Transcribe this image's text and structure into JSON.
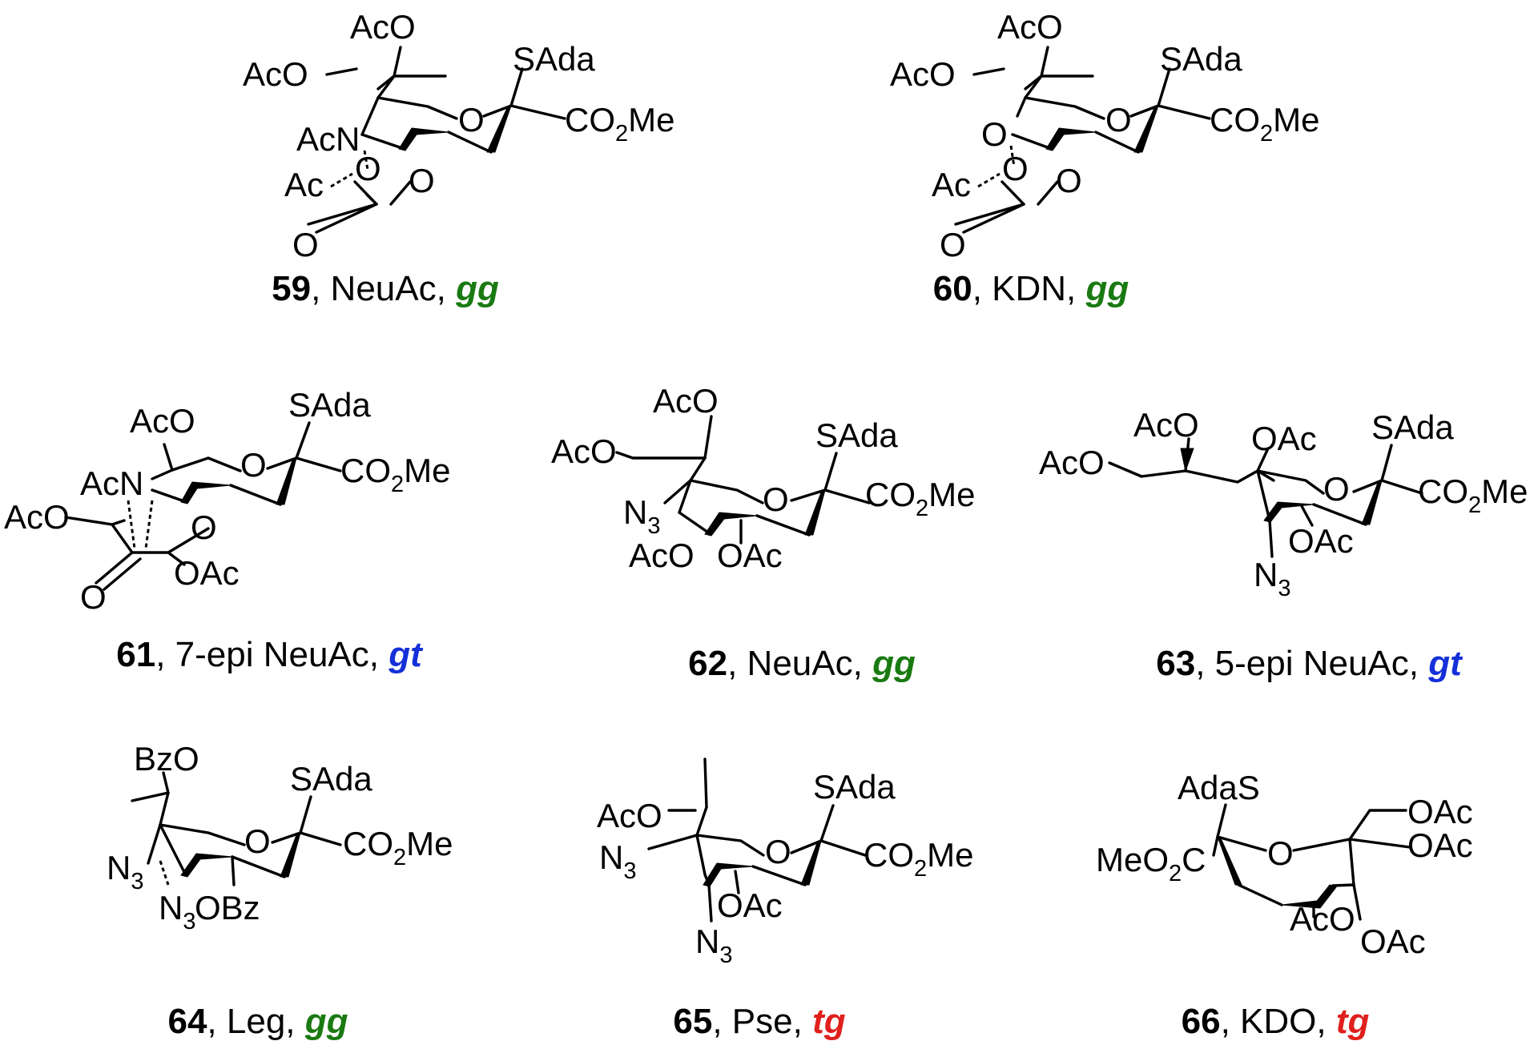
{
  "colors": {
    "gg": "#1a7a12",
    "gt": "#1530d8",
    "tg": "#e0201c"
  },
  "compounds": [
    {
      "number": "59",
      "sugar": "NeuAc",
      "conformation": "gg",
      "labels": {
        "ac_o_top": "AcO",
        "ac_o_side": "AcO",
        "sada": "SAda",
        "ring_o": "O",
        "co2me_a": "CO",
        "co2me_sub": "2",
        "co2me_b": "Me",
        "acn": "AcN",
        "ac": "Ac",
        "o_a": "O",
        "o_b": "O",
        "o_carbonyl": "O"
      }
    },
    {
      "number": "60",
      "sugar": "KDN",
      "conformation": "gg",
      "labels": {
        "ac_o_top": "AcO",
        "ac_o_side": "AcO",
        "sada": "SAda",
        "ring_o": "O",
        "co2me_a": "CO",
        "co2me_sub": "2",
        "co2me_b": "Me",
        "o_c": "O",
        "ac": "Ac",
        "o_a": "O",
        "o_b": "O",
        "o_carbonyl": "O"
      }
    },
    {
      "number": "61",
      "sugar": "7-epi NeuAc",
      "conformation": "gt",
      "labels": {
        "ac_o_top": "AcO",
        "sada": "SAda",
        "ring_o": "O",
        "co2me_a": "CO",
        "co2me_sub": "2",
        "co2me_b": "Me",
        "acn": "AcN",
        "ac_o_side": "AcO",
        "o_b": "O",
        "o_carbonyl": "O",
        "oac": "OAc"
      }
    },
    {
      "number": "62",
      "sugar": "NeuAc",
      "conformation": "gg",
      "labels": {
        "ac_o_top": "AcO",
        "ac_o_side": "AcO",
        "sada": "SAda",
        "ring_o": "O",
        "co2me_a": "CO",
        "co2me_sub": "2",
        "co2me_b": "Me",
        "n3_a": "N",
        "n3_sub": "3",
        "ac_o_low": "AcO",
        "oac": "OAc"
      }
    },
    {
      "number": "63",
      "sugar": "5-epi NeuAc",
      "conformation": "gt",
      "labels": {
        "ac_o_top": "AcO",
        "ac_o_side": "AcO",
        "oac_top": "OAc",
        "sada": "SAda",
        "ring_o": "O",
        "co2me_a": "CO",
        "co2me_sub": "2",
        "co2me_b": "Me",
        "oac": "OAc",
        "n3_a": "N",
        "n3_sub": "3"
      }
    },
    {
      "number": "64",
      "sugar": "Leg",
      "conformation": "gg",
      "labels": {
        "bzo": "BzO",
        "sada": "SAda",
        "ring_o": "O",
        "co2me_a": "CO",
        "co2me_sub": "2",
        "co2me_b": "Me",
        "n3_a": "N",
        "n3_sub": "3",
        "n3b_a": "N",
        "n3b_sub": "3",
        "obz": "OBz"
      }
    },
    {
      "number": "65",
      "sugar": "Pse",
      "conformation": "tg",
      "labels": {
        "ac_o": "AcO",
        "n3_a": "N",
        "n3_sub": "3",
        "sada": "SAda",
        "ring_o": "O",
        "co2me_a": "CO",
        "co2me_sub": "2",
        "co2me_b": "Me",
        "oac": "OAc",
        "n3b_a": "N",
        "n3b_sub": "3"
      }
    },
    {
      "number": "66",
      "sugar": "KDO",
      "conformation": "tg",
      "labels": {
        "adas": "AdaS",
        "meo2c_a": "MeO",
        "meo2c_sub": "2",
        "meo2c_b": "C",
        "ring_o": "O",
        "oac_1": "OAc",
        "oac_2": "OAc",
        "aco": "AcO",
        "oac_3": "OAc"
      }
    }
  ]
}
